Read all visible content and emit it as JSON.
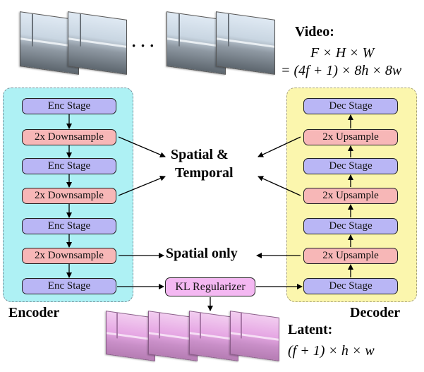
{
  "video": {
    "label": "Video:",
    "dims_line1": "F × H × W",
    "dims_line2": "= (4f + 1) × 8h × 8w",
    "ellipsis": "· · ·"
  },
  "encoder": {
    "label": "Encoder",
    "blocks": [
      "Enc Stage",
      "2x Downsample",
      "Enc Stage",
      "2x Downsample",
      "Enc Stage",
      "2x Downsample",
      "Enc Stage"
    ]
  },
  "decoder": {
    "label": "Decoder",
    "blocks": [
      "Dec Stage",
      "2x Upsample",
      "Dec Stage",
      "2x Upsample",
      "Dec Stage",
      "2x Upsample",
      "Dec Stage"
    ]
  },
  "center": {
    "spatial_temporal_1": "Spatial &",
    "spatial_temporal_2": "Temporal",
    "spatial_only": "Spatial only",
    "kl": "KL Regularizer"
  },
  "latent": {
    "label": "Latent:",
    "dims": "(f + 1) × h × w"
  },
  "colors": {
    "encoder_bg": "#aef1f4",
    "decoder_bg": "#fbf6ad",
    "stage": "#b9b6f5",
    "sample": "#f7b7b7",
    "kl": "#f4b8f2"
  }
}
